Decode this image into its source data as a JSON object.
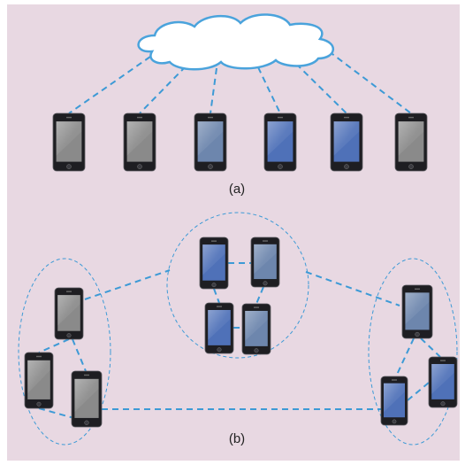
{
  "figure": {
    "caption_a": "(a)",
    "caption_b": "(b)"
  },
  "colors": {
    "background": "#e8d8e2",
    "dash_line": "#3d9ad6",
    "cloud_stroke": "#4aa3dc",
    "cloud_fill": "#ffffff",
    "phone_body": "#1e1e22",
    "screen_gray": "#8a8a8a",
    "screen_blue": "#4f71b8",
    "screen_steelblue": "#6d86ad"
  },
  "panel_a": {
    "cloud_icon": "cloud-icon",
    "phones": [
      {
        "name": "phone-a-1",
        "screen": "gray"
      },
      {
        "name": "phone-a-2",
        "screen": "gray"
      },
      {
        "name": "phone-a-3",
        "screen": "steelblue"
      },
      {
        "name": "phone-a-4",
        "screen": "blue"
      },
      {
        "name": "phone-a-5",
        "screen": "blue"
      },
      {
        "name": "phone-a-6",
        "screen": "gray"
      }
    ]
  },
  "panel_b": {
    "clusters": [
      {
        "name": "cluster-left",
        "phones": [
          "gray",
          "gray",
          "gray"
        ]
      },
      {
        "name": "cluster-center",
        "phones": [
          "blue",
          "steelblue",
          "blue",
          "steelblue"
        ]
      },
      {
        "name": "cluster-right",
        "phones": [
          "steelblue",
          "blue",
          "blue"
        ]
      }
    ]
  }
}
